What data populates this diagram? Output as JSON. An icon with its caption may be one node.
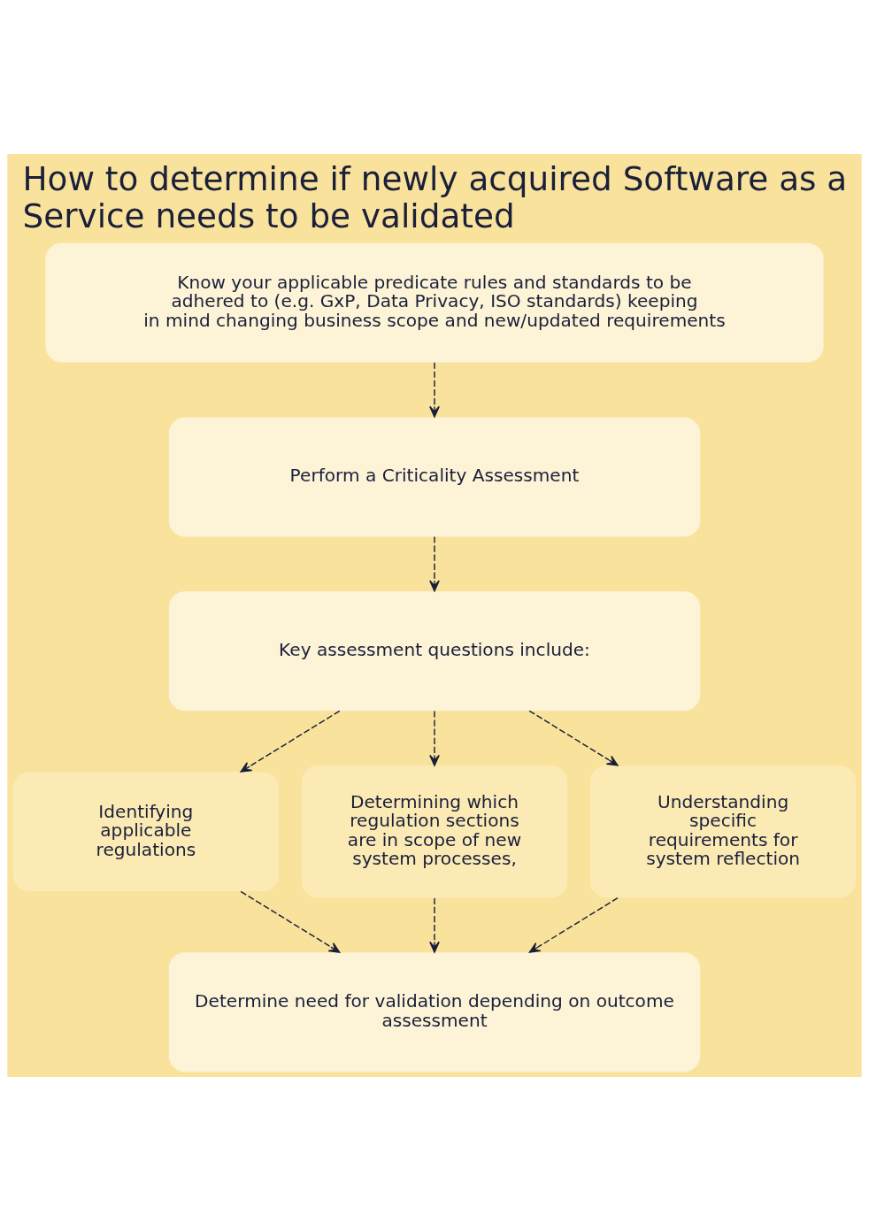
{
  "diagram": {
    "title": "How to determine if newly acquired Software as a Service needs to be validated",
    "nodes": [
      {
        "text": [
          "Know your applicable predicate rules and standards to be adhered to (e.g. GxP, Data Privacy, ISO standards) keeping in mind changing business scope and new/updated requirements"
        ]
      },
      {
        "text": [
          "Perform a Criticality Assessment"
        ]
      },
      {
        "text": [
          "Key assessment questions include:"
        ]
      },
      {
        "text": [
          "Identifying applicable regulations"
        ]
      },
      {
        "text": [
          "Determining which regulation sections are in scope of new system processes,"
        ]
      },
      {
        "text": [
          "Understanding specific requirements for system reflection"
        ]
      },
      {
        "text": [
          "Determine need for validation depending on outcome assessment"
        ]
      }
    ],
    "edges": [
      {
        "from": 0,
        "to": 1,
        "arrow": "to",
        "style": "dashed"
      },
      {
        "from": 1,
        "to": 2,
        "arrow": "to",
        "style": "dashed"
      },
      {
        "from": 2,
        "to": 3,
        "arrow": "to",
        "style": "dashed"
      },
      {
        "from": 2,
        "to": 4,
        "arrow": "to",
        "style": "dashed"
      },
      {
        "from": 2,
        "to": 5,
        "arrow": "to",
        "style": "dashed"
      },
      {
        "from": 3,
        "to": 6,
        "arrow": "to",
        "style": "dashed"
      },
      {
        "from": 4,
        "to": 6,
        "arrow": "to",
        "style": "dashed"
      },
      {
        "from": 5,
        "to": 6,
        "arrow": "to",
        "style": "dashed"
      }
    ]
  }
}
